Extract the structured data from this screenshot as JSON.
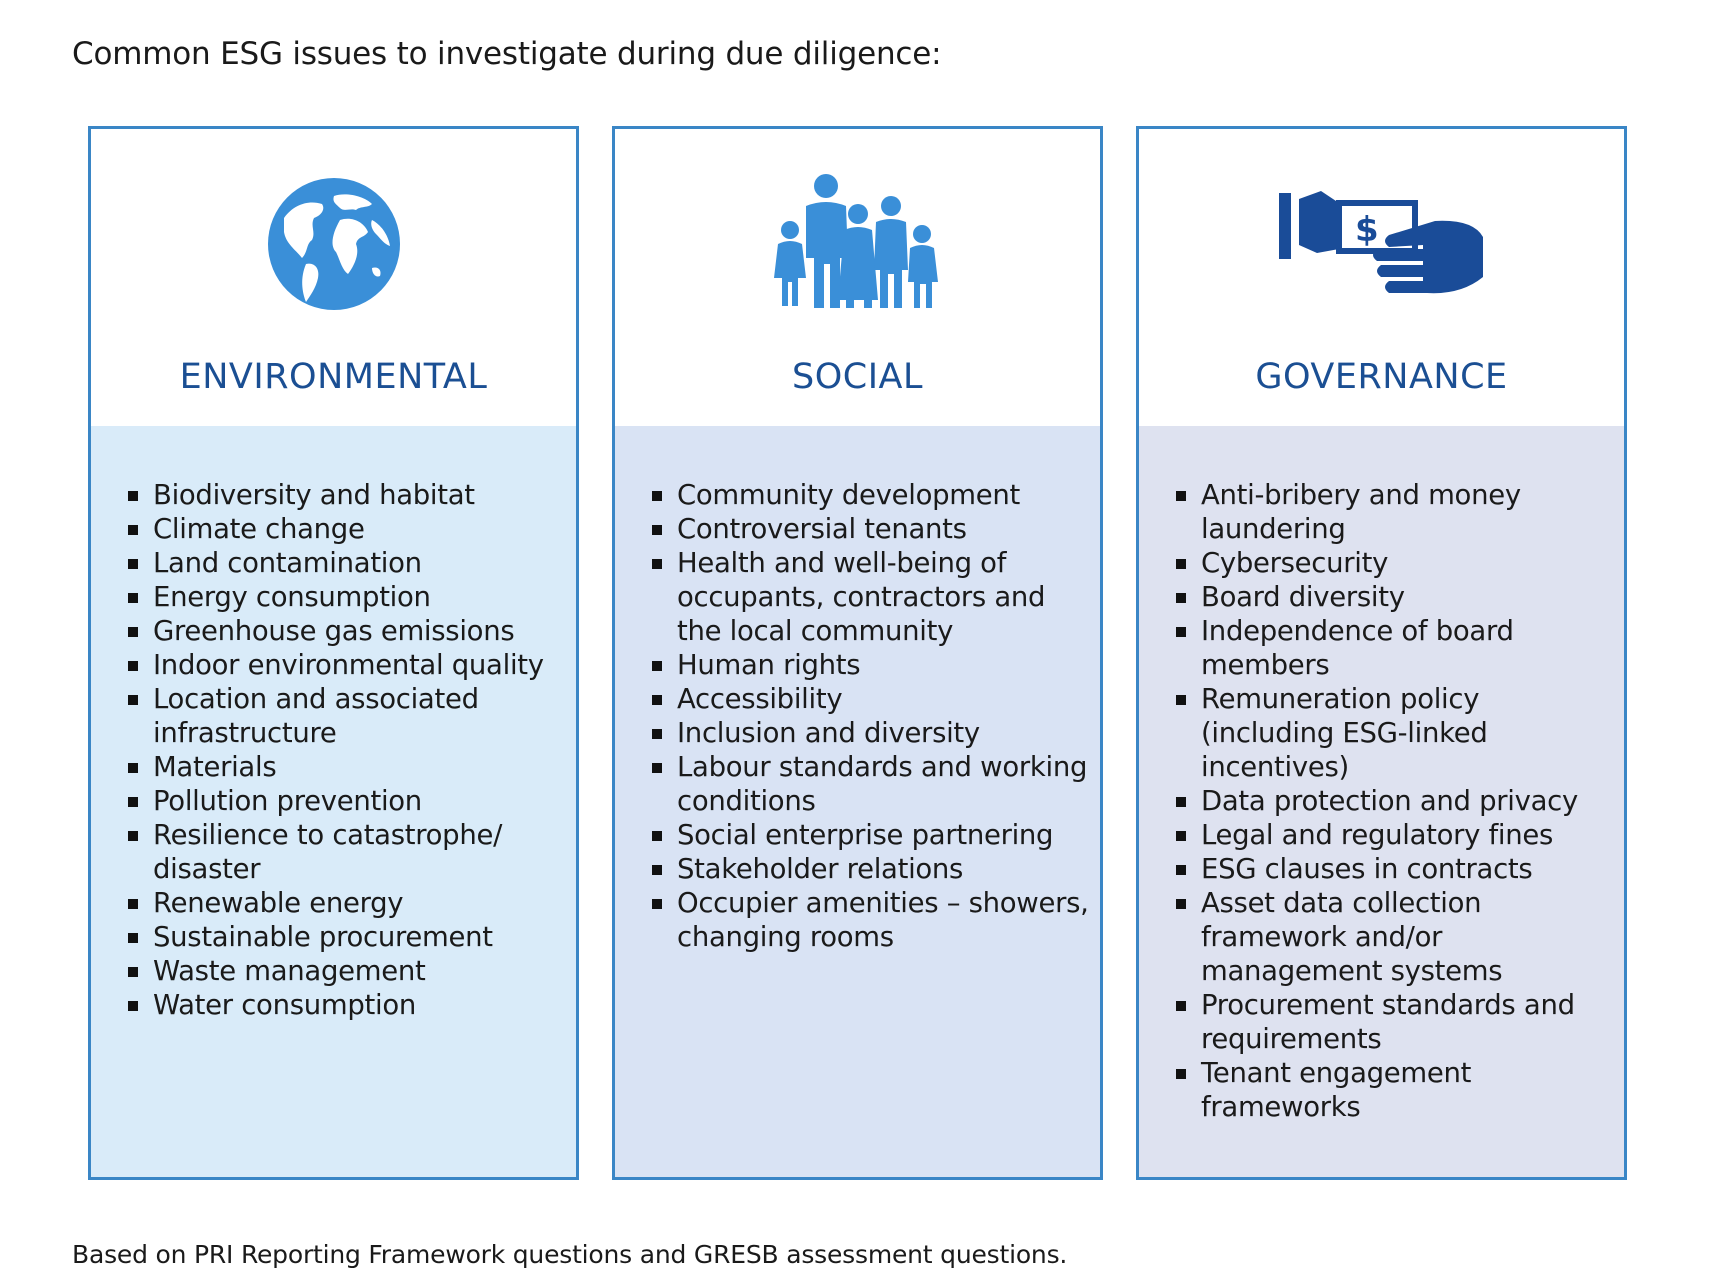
{
  "page": {
    "title": "Common ESG issues to investigate during due diligence:",
    "source_note": "Based on PRI Reporting Framework questions and GRESB assessment questions."
  },
  "colors": {
    "border": "#3a86c6",
    "heading": "#1b4f93",
    "globe": "#3a8fd8",
    "people": "#3a8fd8",
    "governance_icon": "#1a4c98",
    "env_panel": "#d9ebf9",
    "soc_panel": "#d9e3f4",
    "gov_panel": "#dee2f0"
  },
  "columns": [
    {
      "key": "environmental",
      "heading": "ENVIRONMENTAL",
      "icon": "globe-icon",
      "items": [
        "Biodiversity and habitat",
        "Climate change",
        "Land contamination",
        "Energy consumption",
        "Greenhouse gas emissions",
        "Indoor environmental quality",
        "Location and associated infrastructure",
        "Materials",
        "Pollution prevention",
        "Resilience to catastrophe/ disaster",
        "Renewable energy",
        "Sustainable procurement",
        "Waste management",
        "Water consumption"
      ]
    },
    {
      "key": "social",
      "heading": "SOCIAL",
      "icon": "family-icon",
      "items": [
        "Community development",
        "Controversial tenants",
        "Health and well-being of occupants, contractors and the local community",
        "Human rights",
        "Accessibility",
        "Inclusion and diversity",
        "Labour standards and working conditions",
        "Social enterprise partnering",
        "Stakeholder relations",
        "Occupier amenities – showers, changing rooms"
      ]
    },
    {
      "key": "governance",
      "heading": "GOVERNANCE",
      "icon": "money-hand-icon",
      "items": [
        "Anti-bribery and money laundering",
        "Cybersecurity",
        "Board diversity",
        "Independence of board members",
        "Remuneration policy (including ESG-linked incentives)",
        "Data protection and privacy",
        "Legal and regulatory fines",
        "ESG clauses in contracts",
        "Asset data collection framework and/or management systems",
        "Procurement standards and requirements",
        "Tenant engagement frameworks"
      ]
    }
  ]
}
